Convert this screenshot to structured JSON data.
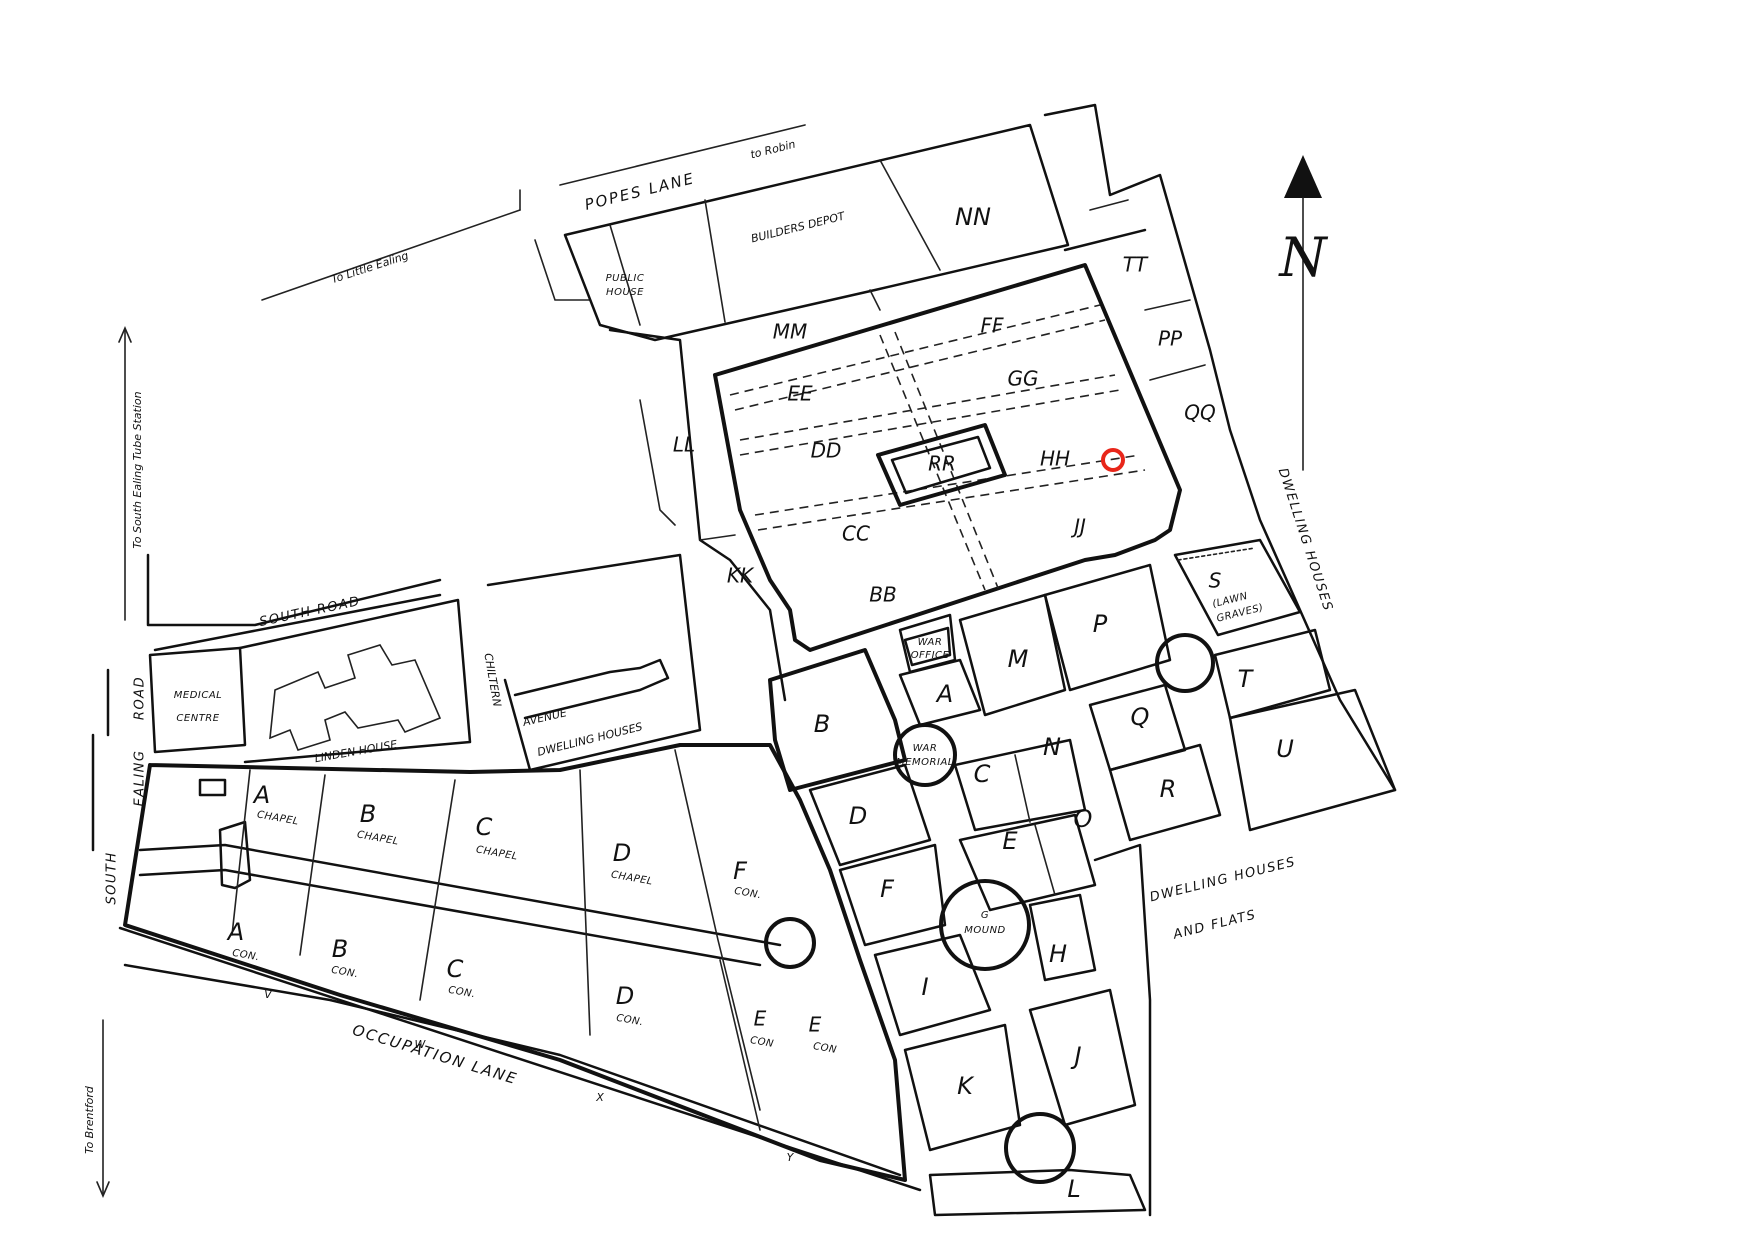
{
  "roads": {
    "popes_lane": "POPES LANE",
    "to_robin": "to Robin",
    "to_little_ealing": "To Little Ealing",
    "to_south_ealing_station": "To South Ealing Tube Station",
    "south_road": "SOUTH ROAD",
    "south_ealing_road": [
      "SOUTH",
      "EALING",
      "ROAD"
    ],
    "chiltern_avenue": [
      "CHILTERN",
      "AVENUE"
    ],
    "occupation_lane": "OCCUPATION LANE",
    "to_brentford": "To Brentford"
  },
  "buildings": {
    "builders_depot": "BUILDERS DEPOT",
    "public_house": [
      "PUBLIC",
      "HOUSE"
    ],
    "medical_centre": [
      "MEDICAL",
      "CENTRE"
    ],
    "linden_house": "LINDEN HOUSE",
    "dwelling_houses": "DWELLING HOUSES",
    "dwelling_houses_east": "DWELLING HOUSES",
    "dwelling_houses_flats": [
      "DWELLING HOUSES",
      "AND FLATS"
    ],
    "war_office": [
      "WAR",
      "OFFICE"
    ],
    "war_memorial": [
      "WAR",
      "MEMORIAL"
    ],
    "g_mound": [
      "G",
      "MOUND"
    ],
    "s_lawn_graves": [
      "S",
      "(LAWN",
      "GRAVES)"
    ]
  },
  "sections_upper": [
    "NN",
    "MM",
    "FF",
    "GG",
    "EE",
    "DD",
    "RR",
    "HH",
    "LL",
    "CC",
    "JJ",
    "KK",
    "BB",
    "TT",
    "PP",
    "QQ"
  ],
  "sections_lower": [
    "P",
    "M",
    "A",
    "B",
    "T",
    "Q",
    "N",
    "C",
    "U",
    "R",
    "D",
    "O",
    "E",
    "F",
    "H",
    "I",
    "K",
    "J",
    "L"
  ],
  "south_sections": {
    "a_chapel": [
      "A",
      "CHAPEL"
    ],
    "b_chapel": [
      "B",
      "CHAPEL"
    ],
    "c_chapel": [
      "C",
      "CHAPEL"
    ],
    "d_chapel": [
      "D",
      "CHAPEL"
    ],
    "f_con": [
      "F",
      "CON."
    ],
    "a_con": [
      "A",
      "CON."
    ],
    "b_con": [
      "B",
      "CON."
    ],
    "c_con": [
      "C",
      "CON."
    ],
    "d_con": [
      "D",
      "CON."
    ],
    "e_con_1": [
      "E",
      "CON"
    ],
    "e_con_2": [
      "E",
      "CON"
    ]
  },
  "lane_markers": [
    "V",
    "W",
    "X",
    "Y"
  ],
  "north_arrow": "N",
  "marker_color": "#e8261a"
}
